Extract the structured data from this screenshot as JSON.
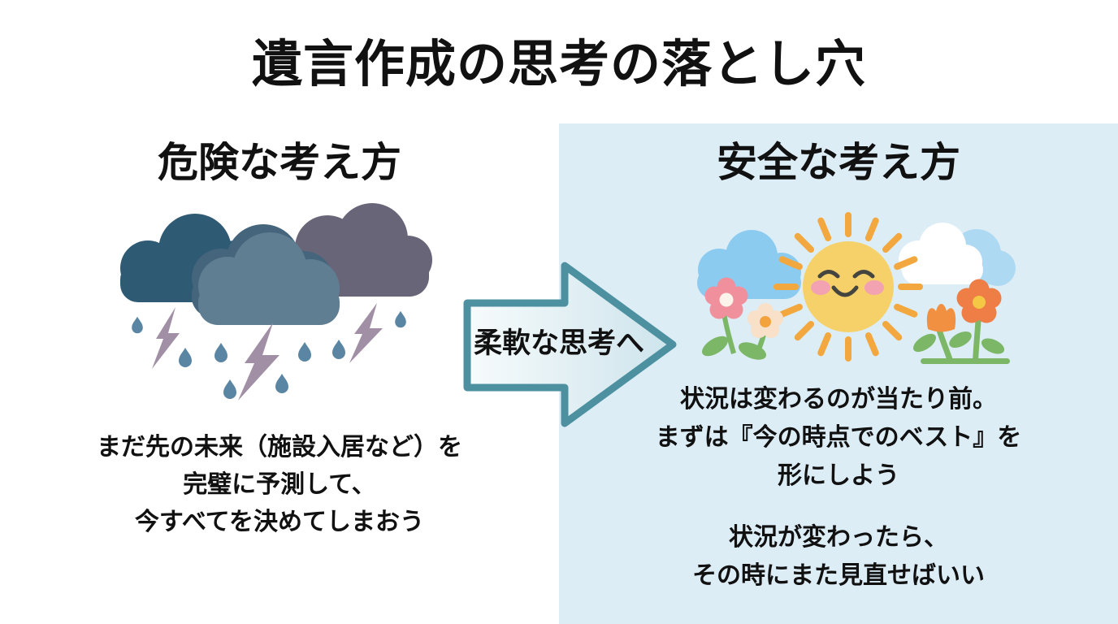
{
  "title": "遺言作成の思考の落とし穴",
  "left_panel": {
    "heading": "危険な考え方",
    "illustration": "storm-clouds-with-lightning-and-rain",
    "icons": [
      "storm-cloud-icon",
      "lightning-icon",
      "raindrop-icon"
    ],
    "body_lines": [
      "まだ先の未来（施設入居など）を",
      "完璧に予測して、",
      "今すべてを決めてしまおう"
    ]
  },
  "arrow": {
    "label": "柔軟な思考へ",
    "direction": "right"
  },
  "right_panel": {
    "heading": "安全な考え方",
    "illustration": "smiling-sun-clouds-flowers",
    "icons": [
      "sun-icon",
      "cloud-icon",
      "flower-icon",
      "tulip-icon"
    ],
    "body1_lines": [
      "状況は変わるのが当たり前。",
      "まずは『今の時点でのベスト』を",
      "形にしよう"
    ],
    "body2_lines": [
      "状況が変わったら、",
      "その時にまた見直せばいい"
    ]
  },
  "colors": {
    "background": "#ffffff",
    "safe_panel_bg": "#ddedf6",
    "text": "#111111",
    "arrow_outline": "#4d91a1",
    "arrow_fill_start": "#f7fbfc",
    "arrow_fill_end": "#cde4ec",
    "storm_cloud_dark": "#2e5a74",
    "storm_cloud_mid": "#5f7e92",
    "storm_cloud_mid_shadow": "#44657c",
    "storm_cloud_purple": "#696579",
    "lightning": "#a18fa5",
    "raindrop": "#5b86a3",
    "sun_body": "#f6d169",
    "sun_ray": "#f2a83e",
    "sun_face": "#454540",
    "sun_cheek": "#f2a2b1",
    "cloud_blue": "#8ccbf0",
    "cloud_blue_light": "#aed9f3",
    "cloud_white": "#ffffff",
    "flower_pink": "#f0909c",
    "flower_pink_center": "#fcf3ea",
    "flower_cream": "#f8e0c9",
    "flower_cream_center": "#f3a33b",
    "flower_orange": "#ee7e46",
    "flower_orange_center": "#f4c844",
    "tulip_orange": "#f09040",
    "leaf_green": "#7cb768"
  }
}
